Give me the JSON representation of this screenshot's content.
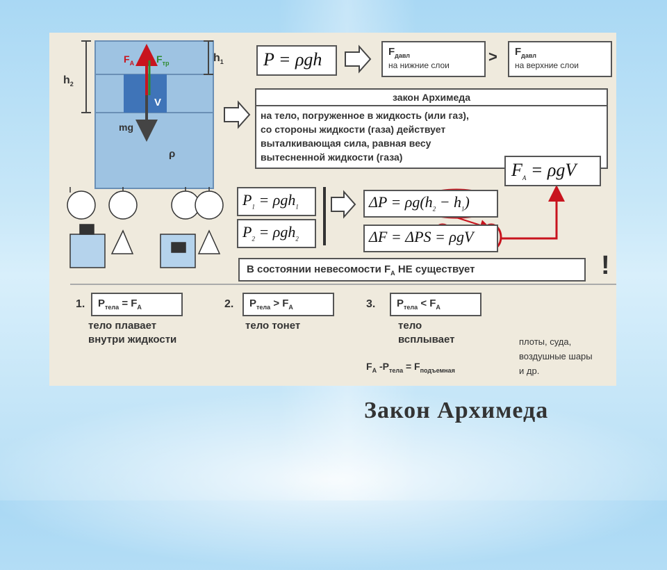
{
  "slide_title": "Закон  Архимеда",
  "diagram": {
    "h2": "h",
    "h2_sub": "2",
    "h1": "h",
    "h1_sub": "1",
    "fa": "F",
    "fa_sub": "A",
    "ftr": "F",
    "ftr_sub": "тр",
    "v": "V",
    "mg": "mg",
    "rho": "ρ"
  },
  "top_row": {
    "pressure_formula": "P = ρgh",
    "f_lower_main": "F",
    "f_lower_sub": "давл",
    "f_lower_text": "на нижние слои",
    "greater": ">",
    "f_upper_main": "F",
    "f_upper_sub": "давл",
    "f_upper_text": "на верхние слои"
  },
  "law": {
    "title": "закон Архимеда",
    "lines": [
      "на тело, погруженное в жидкость (или газ),",
      "со стороны жидкости (газа) действует",
      "выталкивающая сила, равная весу",
      "вытесненной жидкости (газа)"
    ],
    "formula": "F",
    "formula_sub": "A",
    "formula_rest": " = ρgV"
  },
  "middle": {
    "p1": "P",
    "p1_sub": "1",
    "p1_rest": " = ρgh",
    "p1_rest_sub": "1",
    "p2": "P",
    "p2_sub": "2",
    "p2_rest": " = ρgh",
    "p2_rest_sub": "2",
    "dp": "ΔP = ρg(h",
    "dp_sub2": "2",
    "dp_mid": " − h",
    "dp_sub1": "1",
    "dp_end": ")",
    "df": "ΔF = ΔPS = ρgV",
    "weightless_pre": "В состоянии невесомости F",
    "weightless_sub": "A",
    "weightless_post": " НЕ существует",
    "exclaim": "!"
  },
  "cases": [
    {
      "num": "1.",
      "p": "P",
      "p_sub": "тела",
      "op": " = F",
      "f_sub": "A",
      "text1": "тело плавает",
      "text2": "внутри жидкости"
    },
    {
      "num": "2.",
      "p": "P",
      "p_sub": "тела",
      "op": " > F",
      "f_sub": "A",
      "text1": "тело тонет",
      "text2": ""
    },
    {
      "num": "3.",
      "p": "P",
      "p_sub": "тела",
      "op": " < F",
      "f_sub": "A",
      "text1": "тело",
      "text2": "всплывает"
    }
  ],
  "lift": {
    "a": "F",
    "a_sub": "A",
    "b": " -P",
    "b_sub": "тела",
    "c": " = F",
    "c_sub": "подъемная"
  },
  "examples": [
    "плоты, суда,",
    "воздушные шары",
    "и др."
  ],
  "colors": {
    "panel": "#efeadd",
    "water": "#9ec3e2",
    "body": "#3f74b8",
    "red": "#c8141e",
    "box_border": "#555555"
  }
}
